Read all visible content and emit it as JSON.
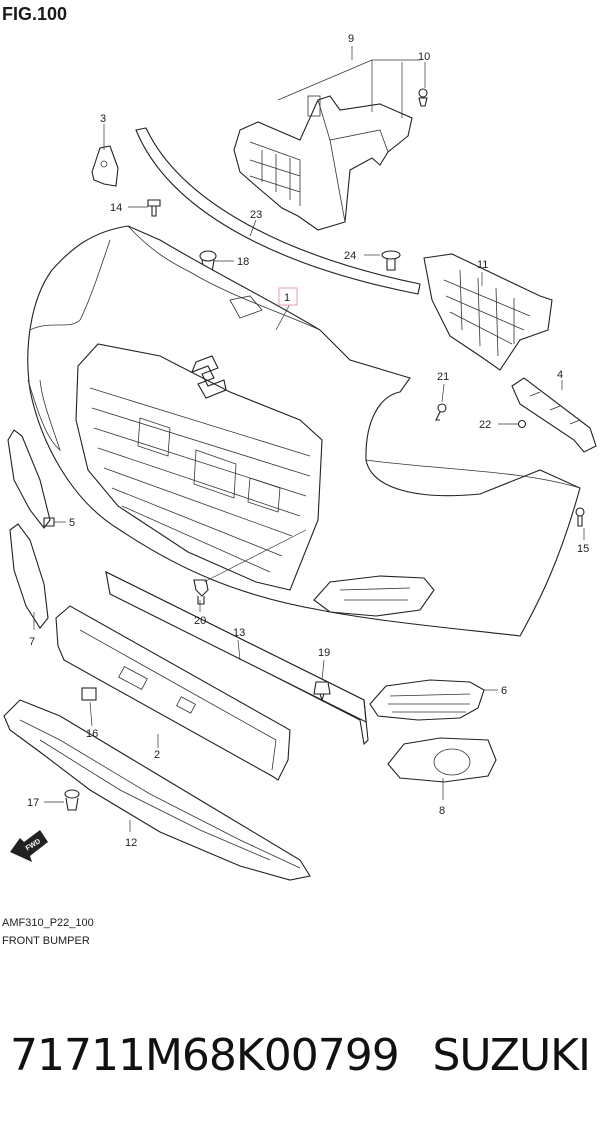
{
  "figure": {
    "title": "FIG.100",
    "ref_code": "AMF310_P22_100",
    "ref_name": "FRONT BUMPER"
  },
  "callouts": [
    "1",
    "2",
    "3",
    "4",
    "5",
    "6",
    "7",
    "8",
    "9",
    "10",
    "11",
    "12",
    "13",
    "14",
    "15",
    "16",
    "17",
    "18",
    "19",
    "20",
    "21",
    "22",
    "23",
    "24"
  ],
  "fwd_label": "FWD",
  "footer": {
    "part_number": "71711M68K00799",
    "brand": "SUZUKI"
  }
}
